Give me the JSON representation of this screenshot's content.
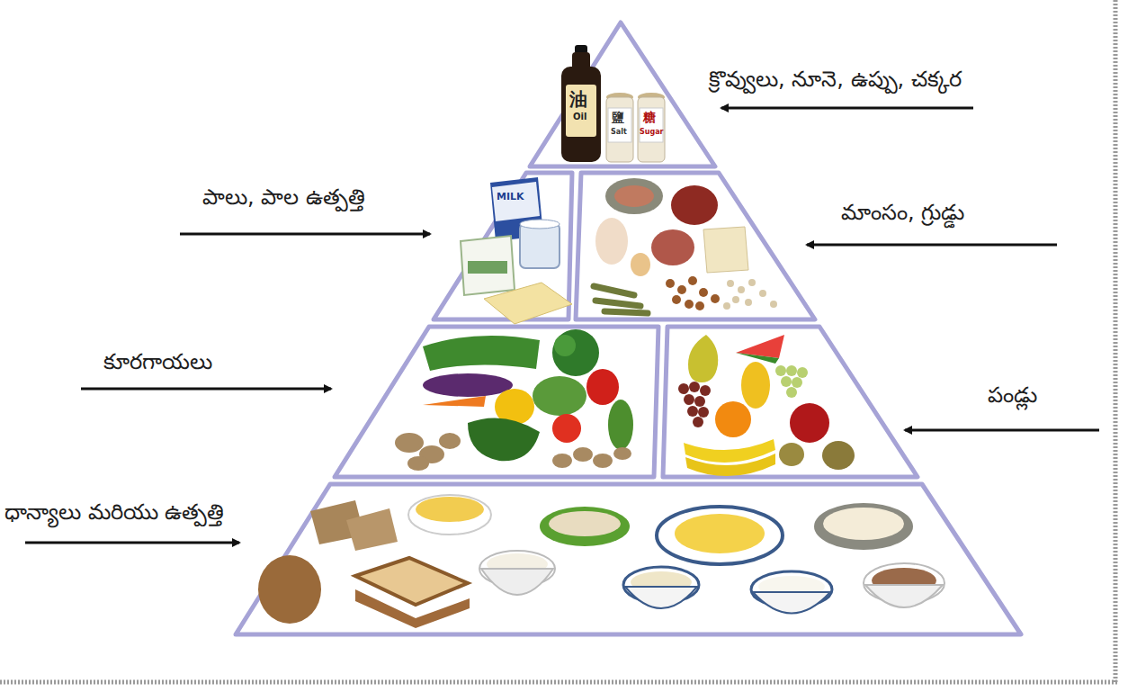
{
  "diagram": {
    "labels": [
      "క్రొవ్వులు, నూనె, ఉప్పు, చక్కర",
      "油",
      "Oil",
      "鹽",
      "Salt",
      "糖",
      "Sugar",
      "పాలు, పాల ఉత్పత్తి",
      "MILK",
      "మాంసం, గ్రుడ్డు",
      "కూరగాయలు",
      "పండ్లు",
      "ధాన్యాలు మరియు ఉత్పత్తి"
    ]
  }
}
